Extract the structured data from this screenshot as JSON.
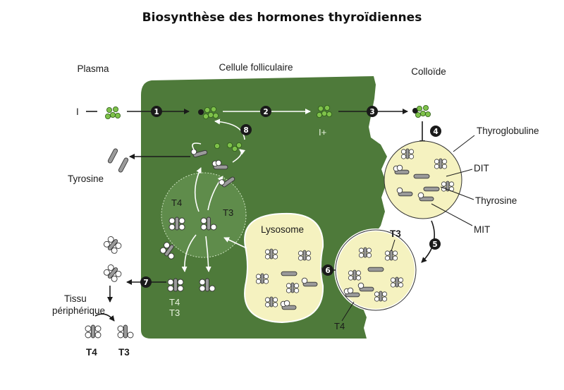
{
  "title": "Biosynthèse des hormones thyroïdiennes",
  "labels": {
    "plasma": "Plasma",
    "follicular_cell": "Cellule folliculaire",
    "colloid": "Colloïde",
    "iodide": "I",
    "oxidized_iodine": "I+",
    "thyroglobulin": "Thyroglobuline",
    "dit": "DIT",
    "tyrosine_colloid": "Thyrosine",
    "mit": "MIT",
    "t3_droplet": "T3",
    "t4_droplet": "T4",
    "lysosome": "Lysosome",
    "t4_pool": "T4",
    "t3_pool": "T3",
    "tyrosine_plasma": "Tyrosine",
    "t4_secreted": "T4",
    "t3_secreted": "T3",
    "tissue_line1": "Tissu",
    "tissue_line2": "périphérique",
    "t4_peripheral": "T4",
    "t3_peripheral": "T3"
  },
  "steps": [
    "1",
    "2",
    "3",
    "4",
    "5",
    "6",
    "7",
    "8"
  ],
  "colors": {
    "cell": "#4e7a3a",
    "iodine": "#7ec14a",
    "colloid": "#f5f2c0"
  }
}
